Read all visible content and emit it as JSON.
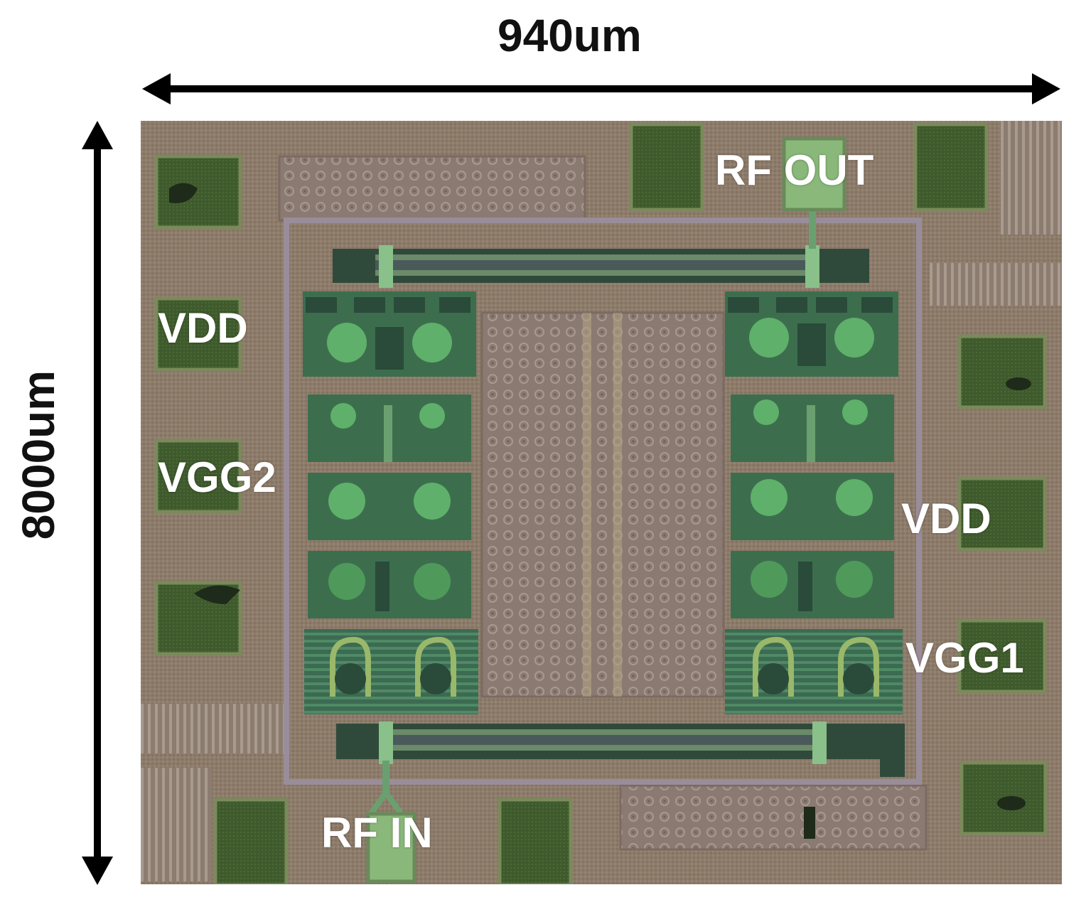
{
  "dimensions": {
    "width_label": "940um",
    "height_label": "8000um"
  },
  "pads": {
    "rf_out": "RF OUT",
    "rf_in": "RF IN",
    "vdd_left": "VDD",
    "vgg2": "VGG2",
    "vdd_right": "VDD",
    "vgg1": "VGG1"
  },
  "colors": {
    "substrate": "#8c7a6a",
    "pad": "#3e5a2e",
    "metal": "#5fae6e",
    "arrow": "#000000"
  }
}
